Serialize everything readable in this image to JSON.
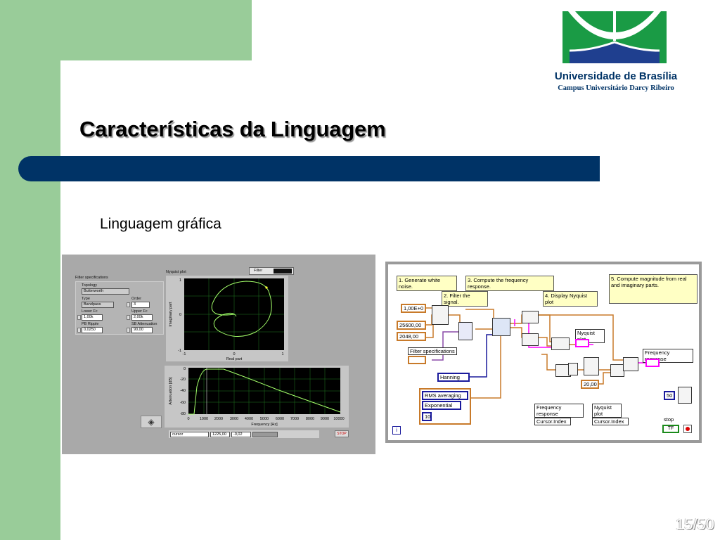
{
  "slide": {
    "title": "Características da Linguagem",
    "subtitle": "Linguagem gráfica",
    "page": "15/50"
  },
  "colors": {
    "green": "#99cc99",
    "navy": "#003366",
    "logo_green": "#1a9b45",
    "logo_blue": "#1f3f8f"
  },
  "university": {
    "name": "Universidade de Brasília",
    "campus": "Campus Universitário Darcy Ribeiro"
  },
  "front_panel": {
    "filter_specs": {
      "title": "Filter specifications",
      "topology_label": "Topology",
      "topology_value": "Butterworth",
      "type_label": "Type",
      "type_value": "Bandpass",
      "order_label": "Order",
      "order_value": "3",
      "lower_fc_label": "Lower Fc",
      "lower_fc_value": "1,00k",
      "upper_fc_label": "Upper Fc",
      "upper_fc_value": "2,00k",
      "pb_ripple_label": "PB Ripple",
      "pb_ripple_value": "0,0250",
      "sb_att_label": "SB Attenuation",
      "sb_att_value": "90,00"
    },
    "nyquist": {
      "title": "Nyquist plot",
      "legend": "Filter",
      "xlabel": "Real part",
      "ylabel": "Imaginary part",
      "yticks": [
        "1",
        "0",
        "-1"
      ],
      "xticks": [
        "-1",
        "0",
        "1"
      ]
    },
    "response": {
      "xlabel": "Frequency [Hz]",
      "ylabel": "Attenuation [dB]",
      "yticks": [
        "0",
        "-20",
        "-40",
        "-60",
        "-80"
      ],
      "xticks": [
        "0",
        "1000",
        "2000",
        "3000",
        "4000",
        "5000",
        "6000",
        "7000",
        "8000",
        "9000",
        "10000"
      ]
    },
    "cursor": {
      "name": "cursor",
      "x": "1225,00",
      "y": "-0,02"
    },
    "stop_label": "STOP"
  },
  "block_diagram": {
    "notes": [
      "1. Generate white noise.",
      "2. Filter the signal.",
      "3. Compute the frequency response.",
      "4. Display Nyquist plot",
      "5. Compute magnitude from real and imaginary parts."
    ],
    "constants": {
      "amp": "1,00E+0",
      "fs": "25600,00",
      "samples": "2048,00",
      "db": "20,00",
      "wait": "50"
    },
    "labels": {
      "filter_specs": "Filter specifications",
      "hanning": "Hanning",
      "rms": "RMS averaging",
      "exponential": "Exponential",
      "avg_count": "10",
      "nyquist": "Nyquist plot",
      "freq_resp": "Frequency response",
      "freq_resp2": "Frequency response",
      "nyquist2": "Nyquist plot",
      "cursor_index": "Cursor.Index",
      "cursor_index2": "Cursor.Index",
      "stop": "stop",
      "tf": "TF",
      "loop_index": "i"
    }
  }
}
